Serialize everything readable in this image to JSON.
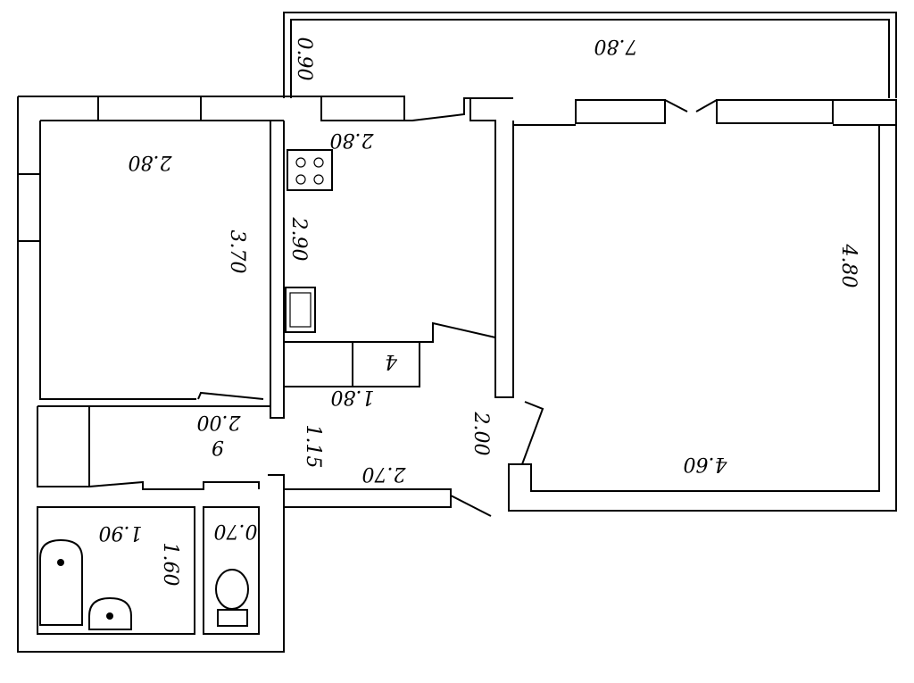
{
  "plan": {
    "balcony": {
      "length": "7.80",
      "width": "0.90"
    },
    "bedroom": {
      "width": "2.80",
      "length": "3.70"
    },
    "kitchen": {
      "width": "2.80",
      "length": "2.90"
    },
    "living_room": {
      "length": "4.80",
      "width": "4.60"
    },
    "closet": {
      "number": "4",
      "width": "1.80"
    },
    "hall": {
      "number": "9",
      "width": "2.00",
      "depth": "1.15"
    },
    "corridor": {
      "length": "2.70",
      "door_width": "2.00"
    },
    "bathroom": {
      "width": "1.90",
      "length": "1.60"
    },
    "toilet": {
      "width": "0.70"
    }
  }
}
